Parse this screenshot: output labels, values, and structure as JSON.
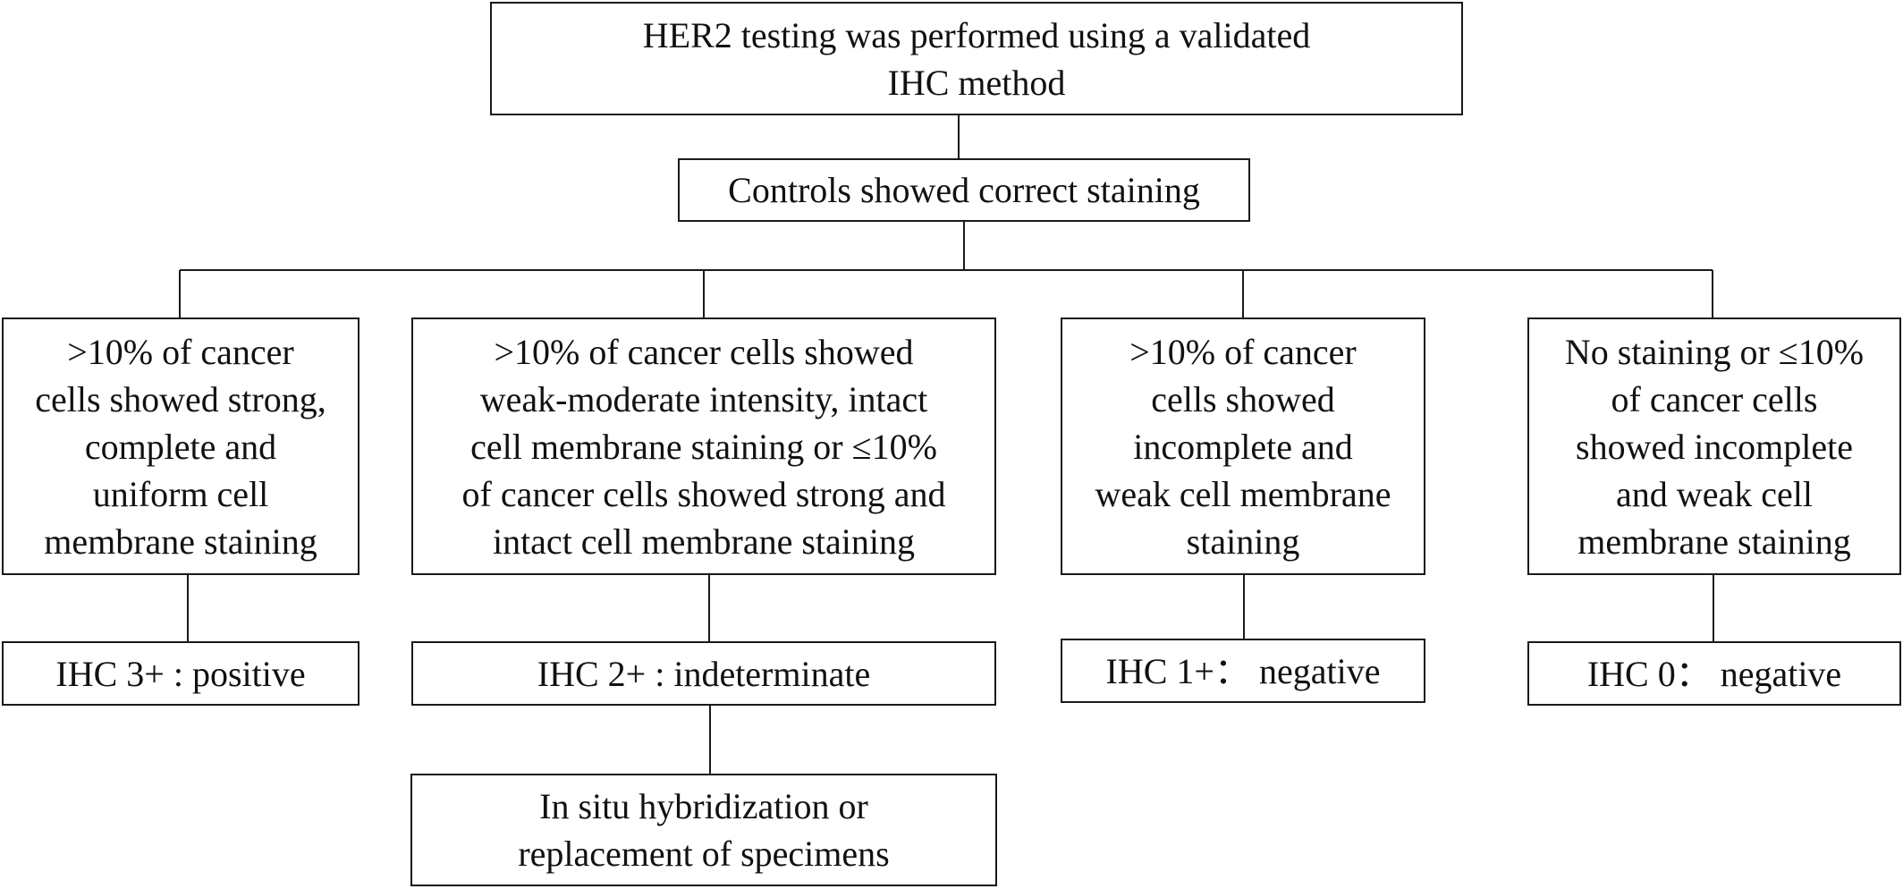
{
  "colors": {
    "border": "#1a1a1a",
    "text": "#111111",
    "background": "#ffffff"
  },
  "nodes": {
    "her2_testing": "HER2 testing was performed using a validated\nIHC method",
    "controls": "Controls showed correct staining",
    "criteria_3plus": ">10% of cancer\ncells showed strong,\ncomplete and\nuniform cell\nmembrane staining",
    "criteria_2plus": ">10% of cancer cells showed\nweak-moderate intensity, intact\ncell membrane staining or ≤10%\nof cancer cells showed strong and\nintact cell membrane staining",
    "criteria_1plus": ">10% of cancer\ncells showed\nincomplete and\nweak cell membrane\nstaining",
    "criteria_0": "No staining or ≤10%\nof cancer cells\nshowed incomplete\nand weak cell\nmembrane staining",
    "result_3plus": "IHC 3+ : positive",
    "result_2plus": "IHC 2+ : indeterminate",
    "result_1plus": "IHC 1+：  negative",
    "result_0": "IHC 0：  negative",
    "followup_2plus": "In situ hybridization or\nreplacement of specimens"
  }
}
